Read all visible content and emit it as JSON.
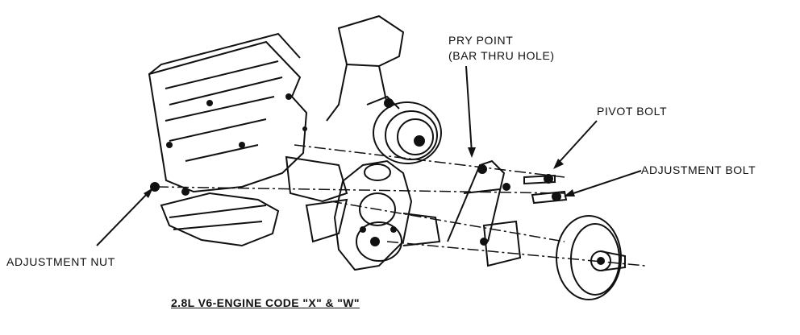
{
  "labels": {
    "pry_point_line1": "PRY POINT",
    "pry_point_line2": "(BAR THRU HOLE)",
    "pivot_bolt": "PIVOT BOLT",
    "adjustment_bolt": "ADJUSTMENT BOLT",
    "adjustment_nut": "ADJUSTMENT NUT"
  },
  "caption": "2.8L V6-ENGINE CODE \"X\" & \"W\"",
  "colors": {
    "ink": "#111111",
    "paper": "#ffffff"
  }
}
